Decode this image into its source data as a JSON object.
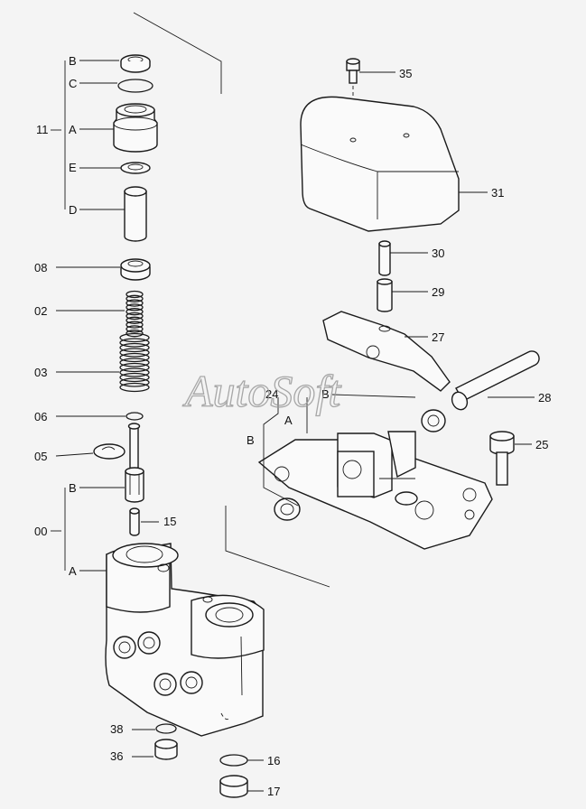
{
  "watermark": "AutoSoft",
  "labels": {
    "b_top": "B",
    "c_top": "C",
    "n11": "11",
    "a_top": "A",
    "e_top": "E",
    "d_top": "D",
    "n08": "08",
    "n02": "02",
    "n03": "03",
    "n06": "06",
    "n05": "05",
    "b_mid": "B",
    "n00": "00",
    "a_mid": "A",
    "n15": "15",
    "n38": "38",
    "n36": "36",
    "n16": "16",
    "n17": "17",
    "n35": "35",
    "n31": "31",
    "n30": "30",
    "n29": "29",
    "n27": "27",
    "n28": "28",
    "n24": "24",
    "b_right": "B",
    "a_right": "A",
    "b_left": "B",
    "n25": "25"
  }
}
